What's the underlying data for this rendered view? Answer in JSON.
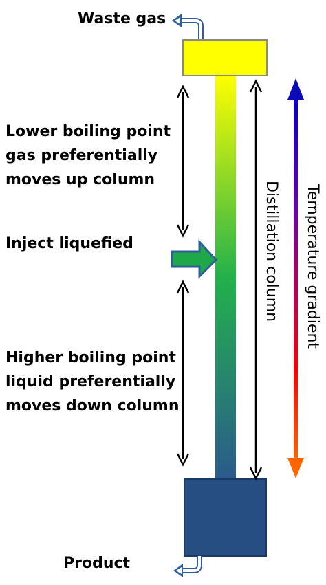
{
  "labels": {
    "waste_gas": "Waste gas",
    "lower_boiling_lines": [
      "Lower boiling point",
      "gas preferentially",
      "moves up column"
    ],
    "inject": "Inject liquefied",
    "higher_boiling_lines": [
      "Higher boiling point",
      "liquid preferentially",
      "moves down column"
    ],
    "product": "Product",
    "distillation_column": "Distillation  column",
    "temperature_gradient": "Temperature gradient"
  },
  "colors": {
    "top_box": "#ffff00",
    "top_box_border": "#7a7a7a",
    "bottom_box": "#264e83",
    "bottom_box_border": "#1a3a66",
    "column_gradient": [
      "#ffff00",
      "#22b14c",
      "#2b5a8c"
    ],
    "temperature_gradient": [
      "#0000cc",
      "#8800aa",
      "#ff0000",
      "#ff6600"
    ],
    "pipe": "#2f5f9a",
    "pipe_fill": "#ffffff",
    "inject_arrow_fill": "#1fa84a",
    "inject_arrow_stroke": "#2f5f9a",
    "arrows": "#000000"
  },
  "icons": {
    "waste_gas_outlet": "outlet-pipe-arrow-icon",
    "product_outlet": "outlet-pipe-arrow-icon",
    "inject": "right-arrow-icon"
  }
}
